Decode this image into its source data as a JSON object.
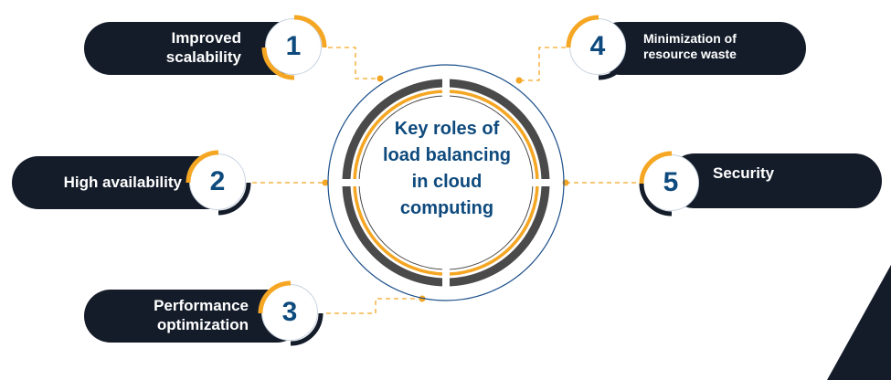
{
  "center": {
    "title": "Key roles of load balancing in cloud computing"
  },
  "items": [
    {
      "number": "1",
      "label_line1": "Improved",
      "label_line2": "scalability"
    },
    {
      "number": "2",
      "label_line1": "High availability",
      "label_line2": ""
    },
    {
      "number": "3",
      "label_line1": "Performance",
      "label_line2": "optimization"
    },
    {
      "number": "4",
      "label_line1": "Minimization of",
      "label_line2": "resource waste"
    },
    {
      "number": "5",
      "label_line1": "Security",
      "label_line2": ""
    }
  ],
  "colors": {
    "pill": "#141c2a",
    "accent_orange": "#f5a623",
    "number_blue": "#0e4a7d",
    "ring_dark": "#4a4a4a",
    "ring_blue": "#1b4f8a"
  }
}
